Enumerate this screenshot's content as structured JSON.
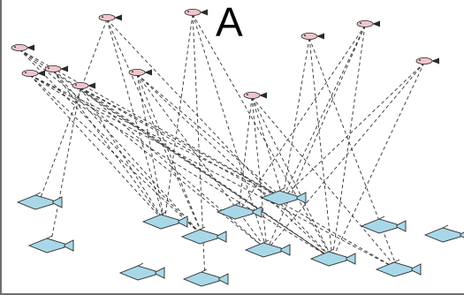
{
  "panel": {
    "label": "A"
  },
  "colors": {
    "small_fish": "#f1c5cc",
    "large_fish": "#a8d8e8",
    "fish_outline": "#2a2a2a",
    "edge": "#333333"
  },
  "network": {
    "small_fish_count": 11,
    "large_fish_count": 13,
    "edge_style": "dashed"
  }
}
